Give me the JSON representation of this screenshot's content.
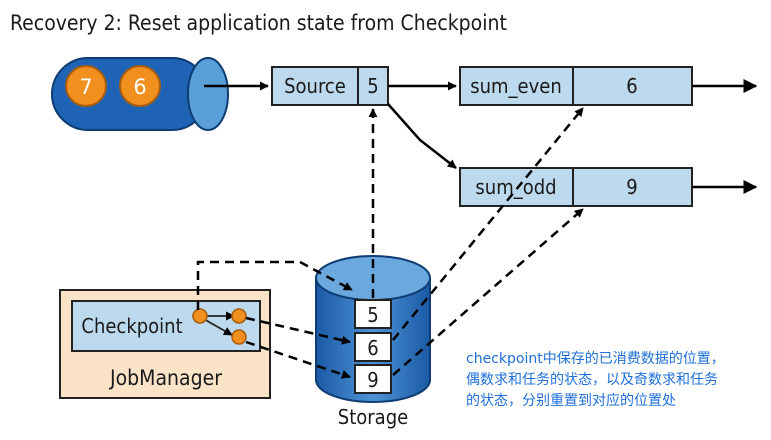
{
  "title": "Recovery 2: Reset application state from Checkpoint",
  "queue": {
    "records": [
      "7",
      "6"
    ]
  },
  "source": {
    "label": "Source",
    "value": "5"
  },
  "sum_even": {
    "label": "sum_even",
    "value": "6"
  },
  "sum_odd": {
    "label": "sum_odd",
    "value": "9"
  },
  "jobmanager": {
    "label": "JobManager",
    "checkpoint_label": "Checkpoint"
  },
  "storage": {
    "label": "Storage",
    "values": [
      "5",
      "6",
      "9"
    ]
  },
  "annotation": {
    "lines": [
      "checkpoint中保存的已消费数据的位置，",
      "偶数求和任务的状态，以及奇数求和任务",
      "的状态，分别重置到对应的位置处"
    ]
  },
  "colors": {
    "queue_blue": "#1f64b4",
    "box_fill": "#bcd9ee",
    "record_orange": "#f18f1f",
    "jobmanager_fill": "#fbe3c8",
    "annotation_blue": "#1e6fd9"
  }
}
